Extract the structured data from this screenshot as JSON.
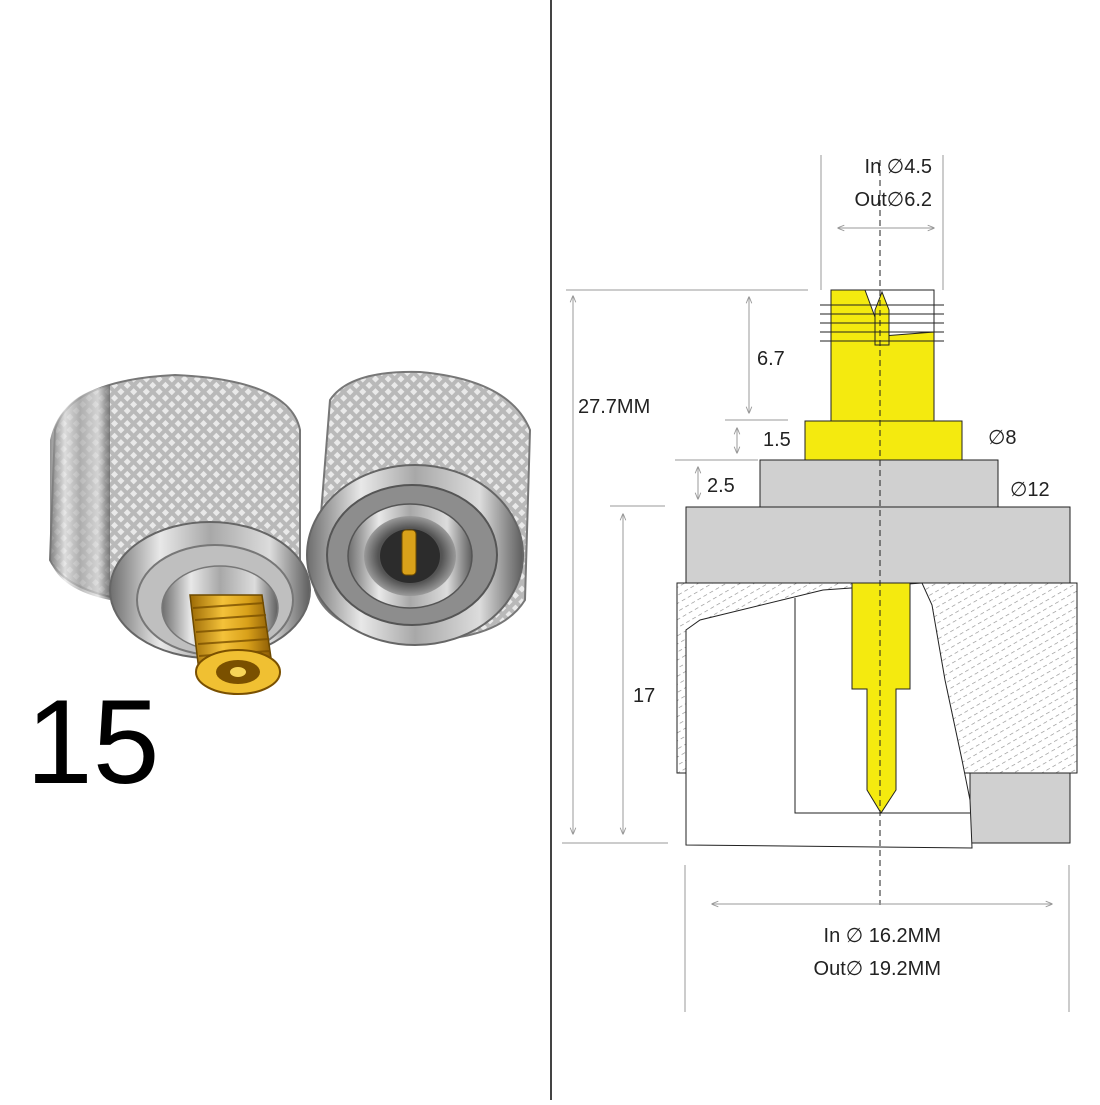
{
  "left_panel": {
    "model_number": "15"
  },
  "drawing": {
    "top_inner_diameter": "In ∅4.5",
    "top_outer_diameter": "Out∅6.2",
    "height_top_thread": "6.7",
    "total_height": "27.7MM",
    "height_flange": "1.5",
    "flange_diameter": "∅8",
    "height_step": "2.5",
    "step_diameter": "∅12",
    "height_body": "17",
    "bottom_inner_diameter": "In ∅ 16.2MM",
    "bottom_outer_diameter": "Out∅ 19.2MM"
  },
  "colors": {
    "gold": "#f4ea0f",
    "gray_body": "#d0d0d0",
    "hatch": "#8a8a8a",
    "outline": "#222222",
    "dimension": "#9a9a9a"
  }
}
